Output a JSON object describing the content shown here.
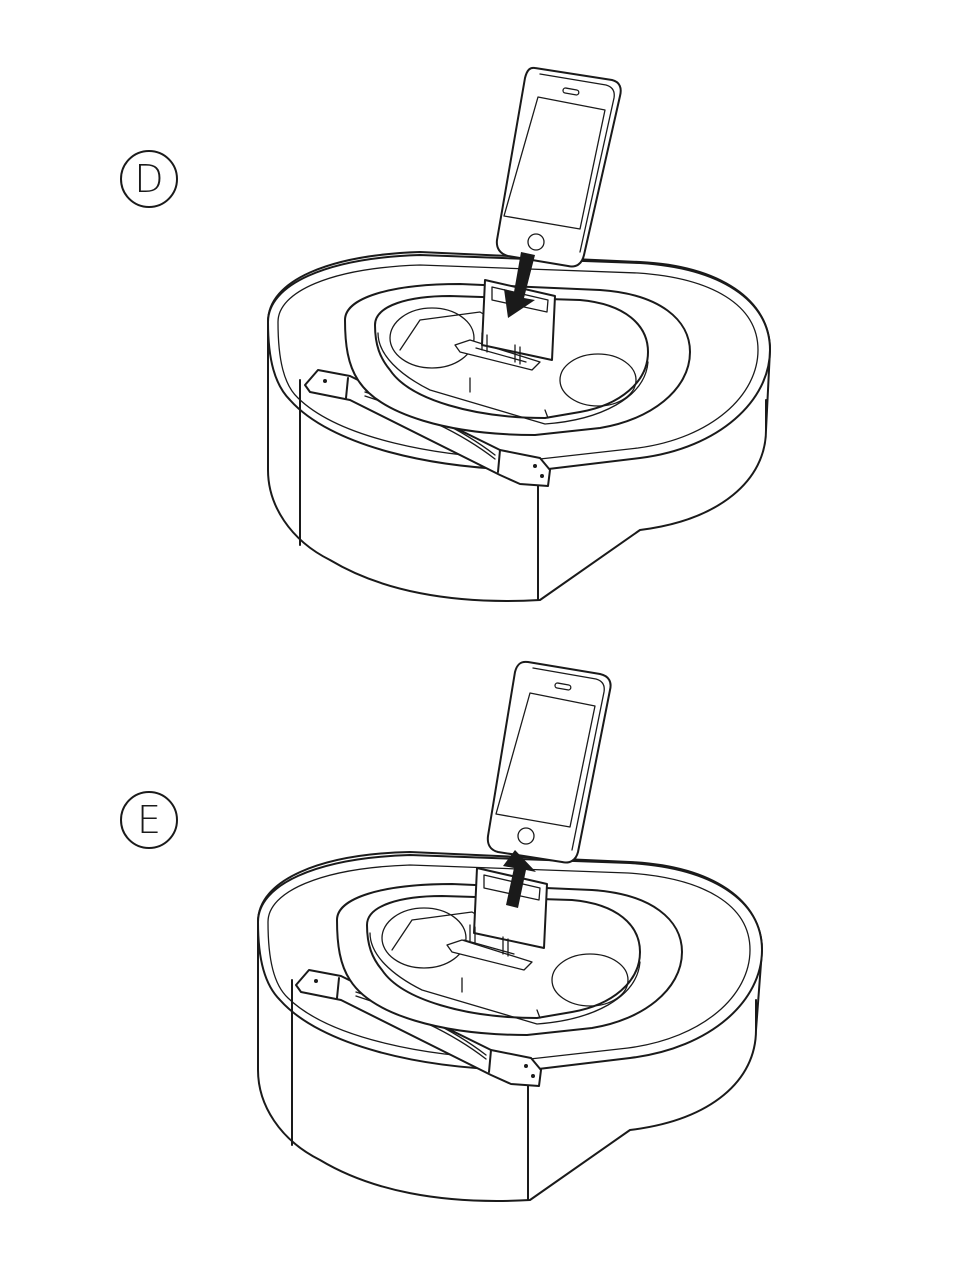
{
  "steps": [
    {
      "label": "D",
      "action": "insert",
      "arrow_direction": "down"
    },
    {
      "label": "E",
      "action": "remove",
      "arrow_direction": "up"
    }
  ],
  "colors": {
    "line": "#1a1a1a",
    "background": "#ffffff"
  },
  "icons": {
    "device": "phone-icon",
    "dock": "speaker-dock-icon",
    "insert_arrow": "arrow-down-icon",
    "remove_arrow": "arrow-up-icon"
  }
}
